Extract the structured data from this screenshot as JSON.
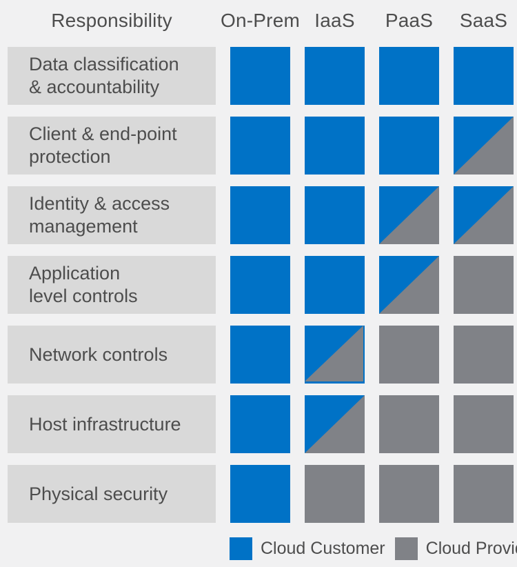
{
  "header": {
    "row_label_column": "Responsibility",
    "columns": [
      "On-Prem",
      "IaaS",
      "PaaS",
      "SaaS"
    ]
  },
  "rows": [
    {
      "label": "Data classification\n& accountability",
      "cells": [
        "customer",
        "customer",
        "customer",
        "customer"
      ]
    },
    {
      "label": "Client & end-point\nprotection",
      "cells": [
        "customer",
        "customer",
        "customer",
        "shared"
      ]
    },
    {
      "label": "Identity & access\nmanagement",
      "cells": [
        "customer",
        "customer",
        "shared",
        "shared"
      ]
    },
    {
      "label": "Application\nlevel controls",
      "cells": [
        "customer",
        "customer",
        "shared",
        "provider"
      ]
    },
    {
      "label": "Network controls",
      "cells": [
        "customer",
        "shared",
        "provider",
        "provider"
      ]
    },
    {
      "label": "Host infrastructure",
      "cells": [
        "customer",
        "shared",
        "provider",
        "provider"
      ]
    },
    {
      "label": "Physical security",
      "cells": [
        "customer",
        "provider",
        "provider",
        "provider"
      ]
    }
  ],
  "legend": [
    {
      "swatch": "customer",
      "label": "Cloud Customer"
    },
    {
      "swatch": "provider",
      "label": "Cloud Provider"
    }
  ],
  "colors": {
    "cloud_customer_blue": "#0072C6",
    "cloud_provider_gray": "#808287",
    "row_label_background": "#D9D9D9",
    "page_background": "#F1F1F2",
    "text_gray": "#4D4D4D"
  }
}
